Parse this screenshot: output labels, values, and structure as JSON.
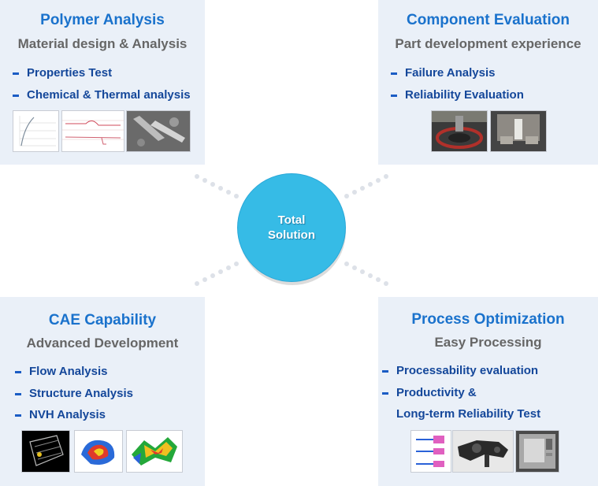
{
  "center": {
    "line1": "Total",
    "line2": "Solution"
  },
  "panels": {
    "polymer": {
      "title": "Polymer Analysis",
      "subtitle": "Material design & Analysis",
      "items": [
        "Properties Test",
        "Chemical & Thermal analysis"
      ]
    },
    "component": {
      "title": "Component Evaluation",
      "subtitle": "Part development experience",
      "items": [
        "Failure Analysis",
        "Reliability Evaluation"
      ]
    },
    "cae": {
      "title": "CAE Capability",
      "subtitle": "Advanced Development",
      "items": [
        "Flow Analysis",
        "Structure Analysis",
        "NVH Analysis"
      ]
    },
    "process": {
      "title": "Process Optimization",
      "subtitle": "Easy Processing",
      "items": [
        "Processability evaluation",
        "Productivity &",
        "Long-term Reliability Test"
      ]
    }
  },
  "colors": {
    "panel_bg": "#eaf0f8",
    "title": "#1a72cc",
    "item": "#14479a",
    "circle": "#36bbe6"
  }
}
